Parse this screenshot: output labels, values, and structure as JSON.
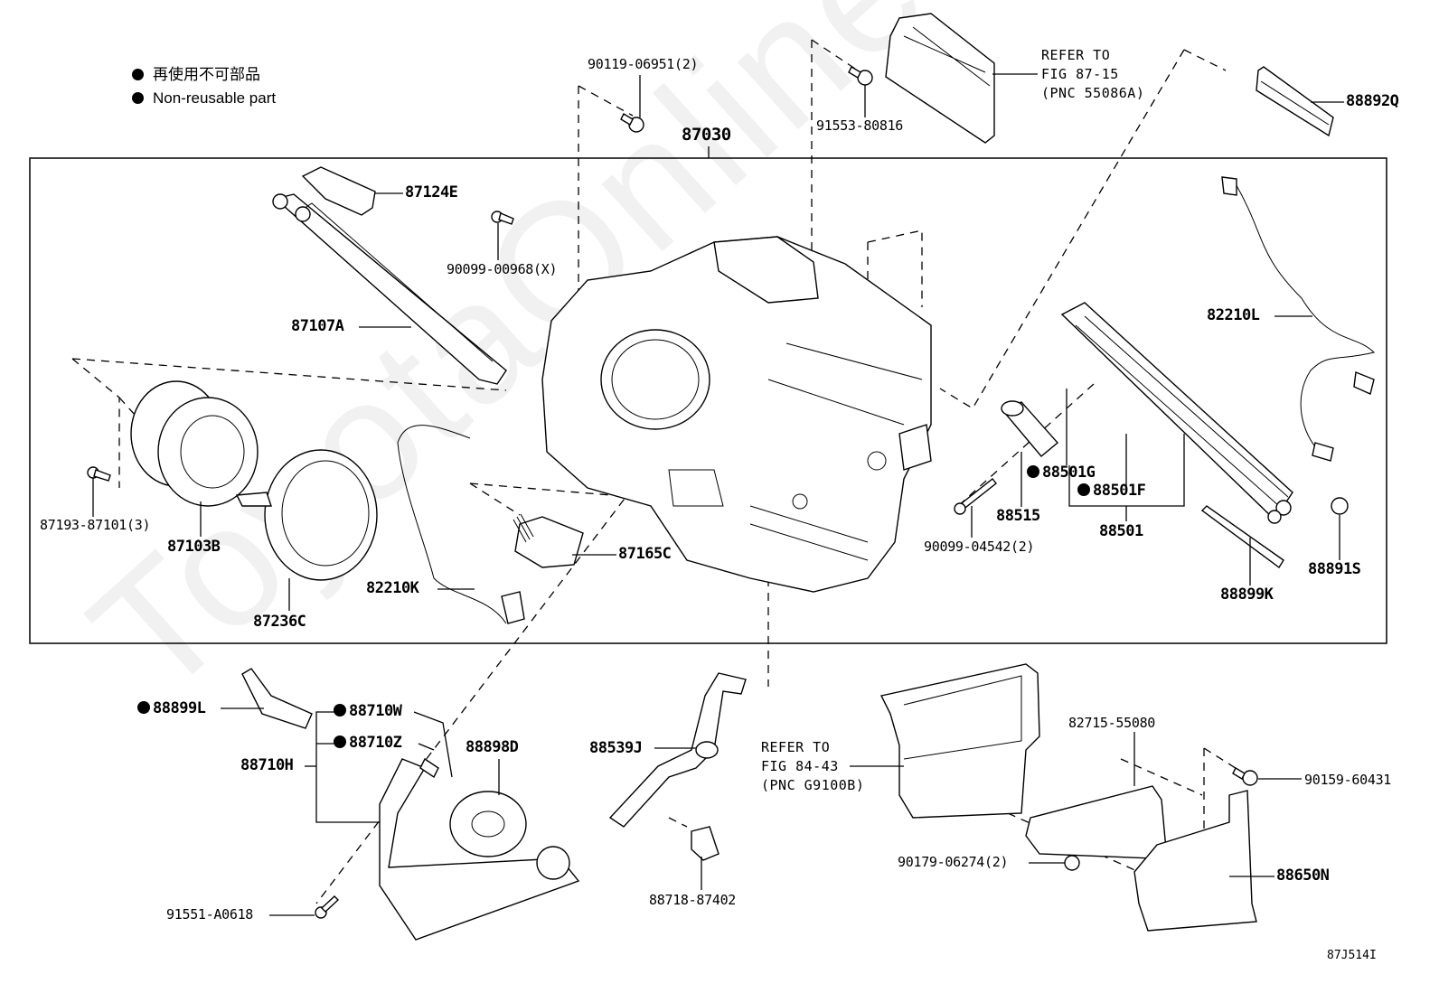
{
  "legend": {
    "bullet_icon": "filled-circle",
    "lines": [
      "再使用不可部品",
      "Non-reusable part"
    ]
  },
  "watermark": "ToyotaOnline.ru",
  "figure_id": "87J514I",
  "assembly_label": "87030",
  "parts": {
    "p87124E": "87124E",
    "p90099_00968": "90099-00968(X)",
    "p87107A": "87107A",
    "p90119_06951": "90119-06951(2)",
    "p91553_80816": "91553-80816",
    "p88892Q": "88892Q",
    "p82210L": "82210L",
    "p87193_87101": "87193-87101(3)",
    "p87103B": "87103B",
    "p87236C": "87236C",
    "p82210K": "82210K",
    "p87165C": "87165C",
    "p88515": "88515",
    "p88501G": "88501G",
    "p88501F": "88501F",
    "p88501": "88501",
    "p90099_04542": "90099-04542(2)",
    "p88891S": "88891S",
    "p88899K": "88899K",
    "p88899L": "88899L",
    "p88710W": "88710W",
    "p88710Z": "88710Z",
    "p88710H": "88710H",
    "p88898D": "88898D",
    "p91551_A0618": "91551-A0618",
    "p88539J": "88539J",
    "p88718_87402": "88718-87402",
    "p82715_55080": "82715-55080",
    "p90159_60431": "90159-60431",
    "p90179_06274": "90179-06274(2)",
    "p88650N": "88650N"
  },
  "non_reusable": [
    "88501G",
    "88501F",
    "88899L",
    "88710W",
    "88710Z"
  ],
  "references": {
    "ref1": "REFER TO\nFIG 87-15\n(PNC 55086A)",
    "ref2": "REFER TO\nFIG 84-43\n(PNC G9100B)"
  }
}
